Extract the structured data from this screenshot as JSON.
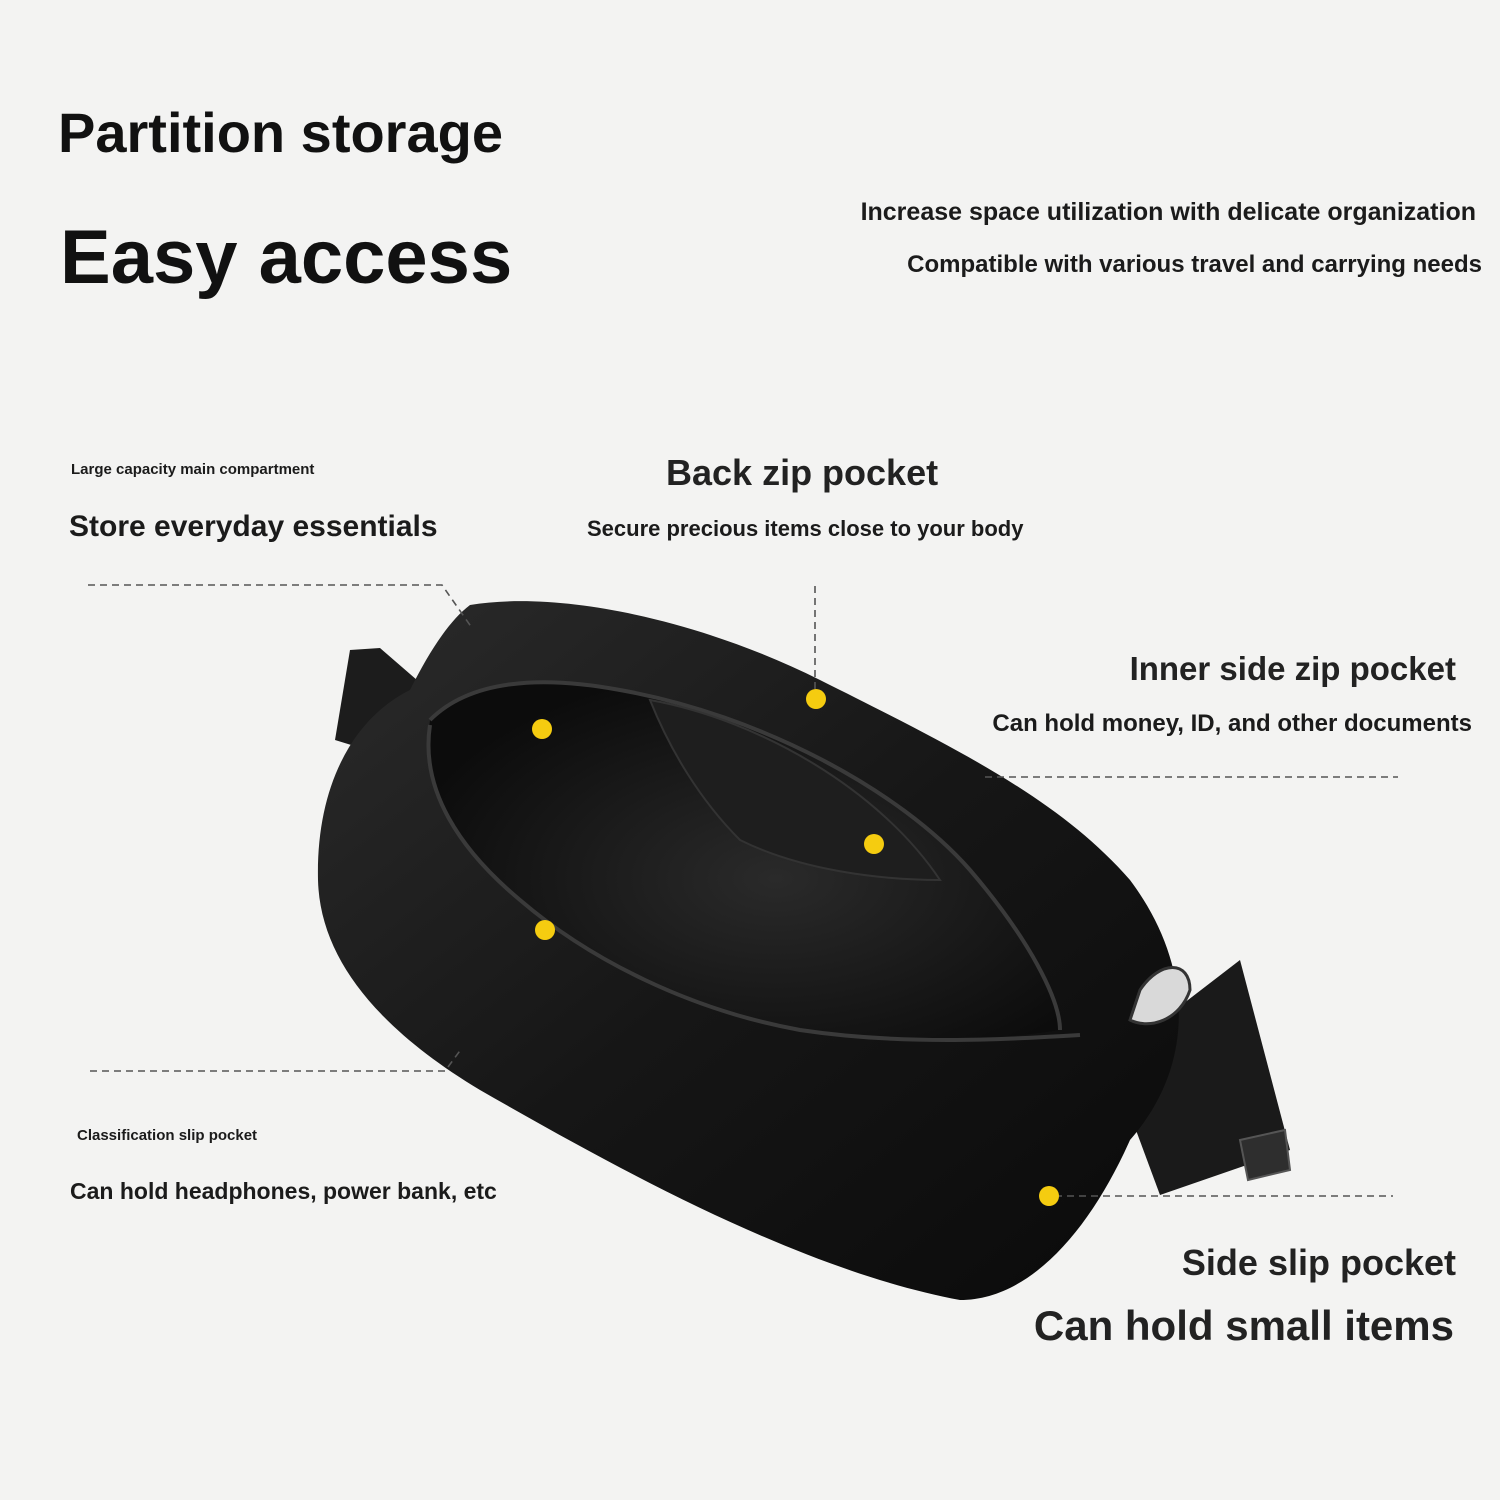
{
  "header": {
    "title_line1": "Partition storage",
    "title_line2": "Easy access",
    "tagline_1": "Increase space utilization with delicate organization",
    "tagline_2": "Compatible with various travel and carrying needs"
  },
  "callouts": {
    "main_compartment": {
      "label": "Large capacity main compartment",
      "description": "Store everyday essentials"
    },
    "back_zip_pocket": {
      "label": "Back zip pocket",
      "description": "Secure precious items close to your body"
    },
    "inner_side_zip_pocket": {
      "label": "Inner side zip pocket",
      "description": "Can hold money, ID, and other documents"
    },
    "classification_slip_pocket": {
      "label": "Classification slip pocket",
      "description": "Can hold headphones, power bank, etc"
    },
    "side_slip_pocket": {
      "label": "Side slip pocket",
      "description": "Can hold small items"
    }
  },
  "colors": {
    "background": "#f3f3f2",
    "marker": "#f5cc10",
    "bag": "#141414",
    "leader_line": "#555555"
  }
}
